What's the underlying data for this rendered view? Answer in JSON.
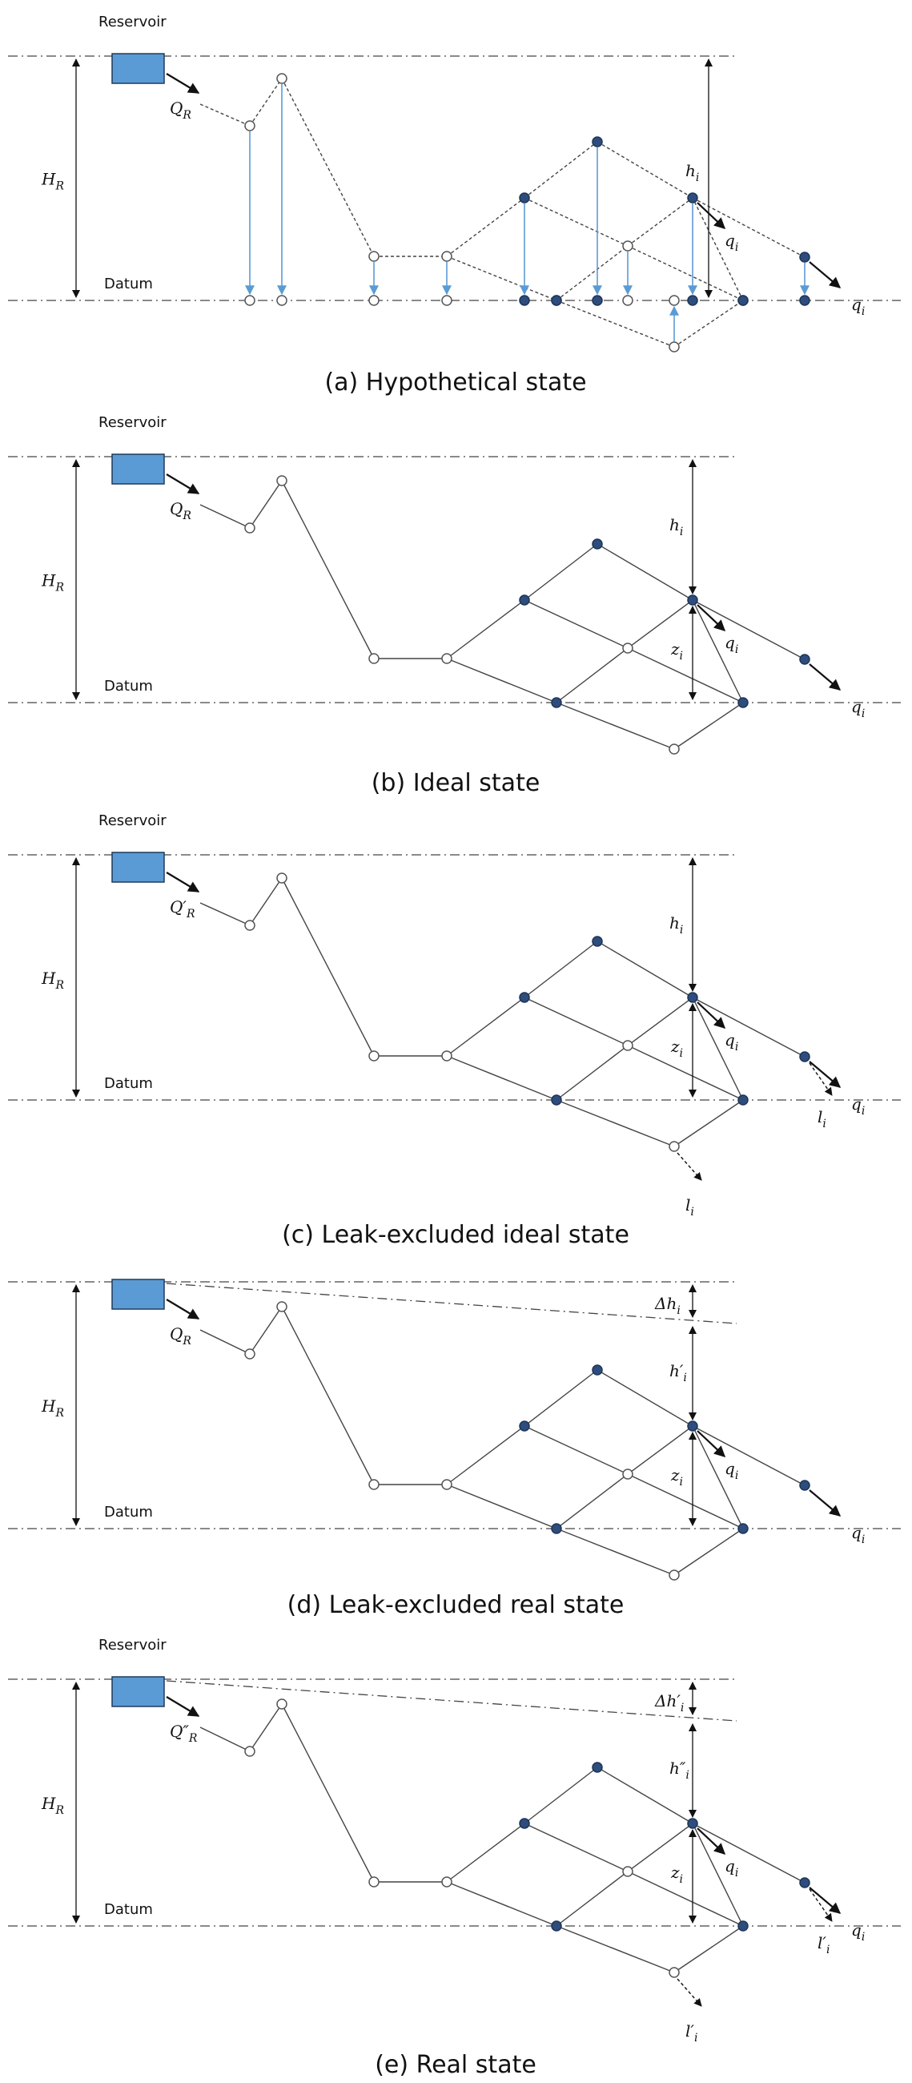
{
  "colors": {
    "reservoir_fill": "#5b9bd5",
    "filled_node": "#2e4d7c",
    "projection_arrow": "#5b9bd5",
    "line": "#444444"
  },
  "panels": [
    {
      "id": "a",
      "caption": "(a) Hypothetical state",
      "reservoir_label": "Reservoir",
      "datum_label": "Datum",
      "HR_label": "H",
      "HR_sub": "R",
      "Q_label": "Q",
      "Q_sub": "R",
      "head_label": "h",
      "head_sub": "i",
      "demand_label": "q",
      "demand_sub": "i"
    },
    {
      "id": "b",
      "caption": "(b) Ideal state",
      "reservoir_label": "Reservoir",
      "datum_label": "Datum",
      "HR_label": "H",
      "HR_sub": "R",
      "Q_label": "Q",
      "Q_sub": "R",
      "head_label": "h",
      "head_sub": "i",
      "z_label": "z",
      "z_sub": "i",
      "demand_label": "q",
      "demand_sub": "i"
    },
    {
      "id": "c",
      "caption": "(c) Leak-excluded ideal state",
      "reservoir_label": "Reservoir",
      "datum_label": "Datum",
      "HR_label": "H",
      "HR_sub": "R",
      "Q_label": "Q′",
      "Q_sub": "R",
      "head_label": "h",
      "head_sub": "i",
      "z_label": "z",
      "z_sub": "i",
      "demand_label": "q",
      "demand_sub": "i",
      "leak_label": "l",
      "leak_sub": "i"
    },
    {
      "id": "d",
      "caption": "(d) Leak-excluded real state",
      "datum_label": "Datum",
      "HR_label": "H",
      "HR_sub": "R",
      "Q_label": "Q",
      "Q_sub": "R",
      "dh_label": "Δh",
      "dh_sub": "i",
      "head_label": "h′",
      "head_sub": "i",
      "z_label": "z",
      "z_sub": "i",
      "demand_label": "q",
      "demand_sub": "i"
    },
    {
      "id": "e",
      "caption": "(e) Real state",
      "reservoir_label": "Reservoir",
      "datum_label": "Datum",
      "HR_label": "H",
      "HR_sub": "R",
      "Q_label": "Q″",
      "Q_sub": "R",
      "dh_label": "Δh′",
      "dh_sub": "i",
      "head_label": "h″",
      "head_sub": "i",
      "z_label": "z",
      "z_sub": "i",
      "demand_label": "q",
      "demand_sub": "i",
      "leak_label": "l′",
      "leak_sub": "i"
    }
  ]
}
